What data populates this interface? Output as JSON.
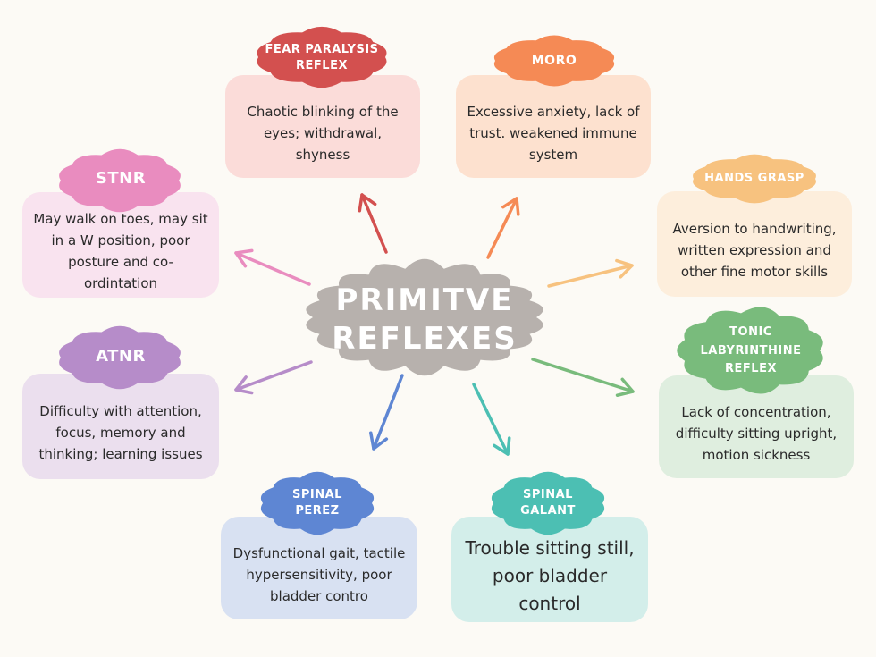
{
  "title": {
    "line1": "PRIMITVE",
    "line2": "REFLEXES",
    "color": "#b7b1ad"
  },
  "reflexes": [
    {
      "name_line1": "FEAR PARALYSIS",
      "name_line2": "REFLEX",
      "description": "Chaotic blinking of the eyes; withdrawal, shyness",
      "color": "#d3504f",
      "card_color": "#fbdcd9"
    },
    {
      "name_line1": "MORO",
      "name_line2": "",
      "description": "Excessive anxiety, lack of trust. weakened immune system",
      "color": "#f58a55",
      "card_color": "#fde1cf"
    },
    {
      "name_line1": "HANDS GRASP",
      "name_line2": "",
      "description": "Aversion to handwriting, written expression and other fine motor skills",
      "color": "#f7c27f",
      "card_color": "#fdeedc"
    },
    {
      "name_line1": "TONIC",
      "name_line2": "LABYRINTHINE",
      "name_line3": "REFLEX",
      "description": "Lack of concentration, difficulty sitting upright, motion sickness",
      "color": "#79bb7c",
      "card_color": "#dfeedf"
    },
    {
      "name_line1": "SPINAL",
      "name_line2": "GALANT",
      "description": "Trouble sitting still, poor bladder control",
      "color": "#4cbfb3",
      "card_color": "#d3eeea"
    },
    {
      "name_line1": "SPINAL",
      "name_line2": "PEREZ",
      "description": "Dysfunctional gait, tactile hypersensitivity, poor bladder contro",
      "color": "#5e86d3",
      "card_color": "#d8e1f2"
    },
    {
      "name_line1": "ATNR",
      "name_line2": "",
      "description": "Difficulty with attention, focus, memory and thinking; learning issues",
      "color": "#b68cc9",
      "card_color": "#ebdfee"
    },
    {
      "name_line1": "STNR",
      "name_line2": "",
      "description": "May walk on toes, may sit in a W position, poor posture and co-ordintation",
      "color": "#e98cbf",
      "card_color": "#f9e3ef"
    }
  ]
}
